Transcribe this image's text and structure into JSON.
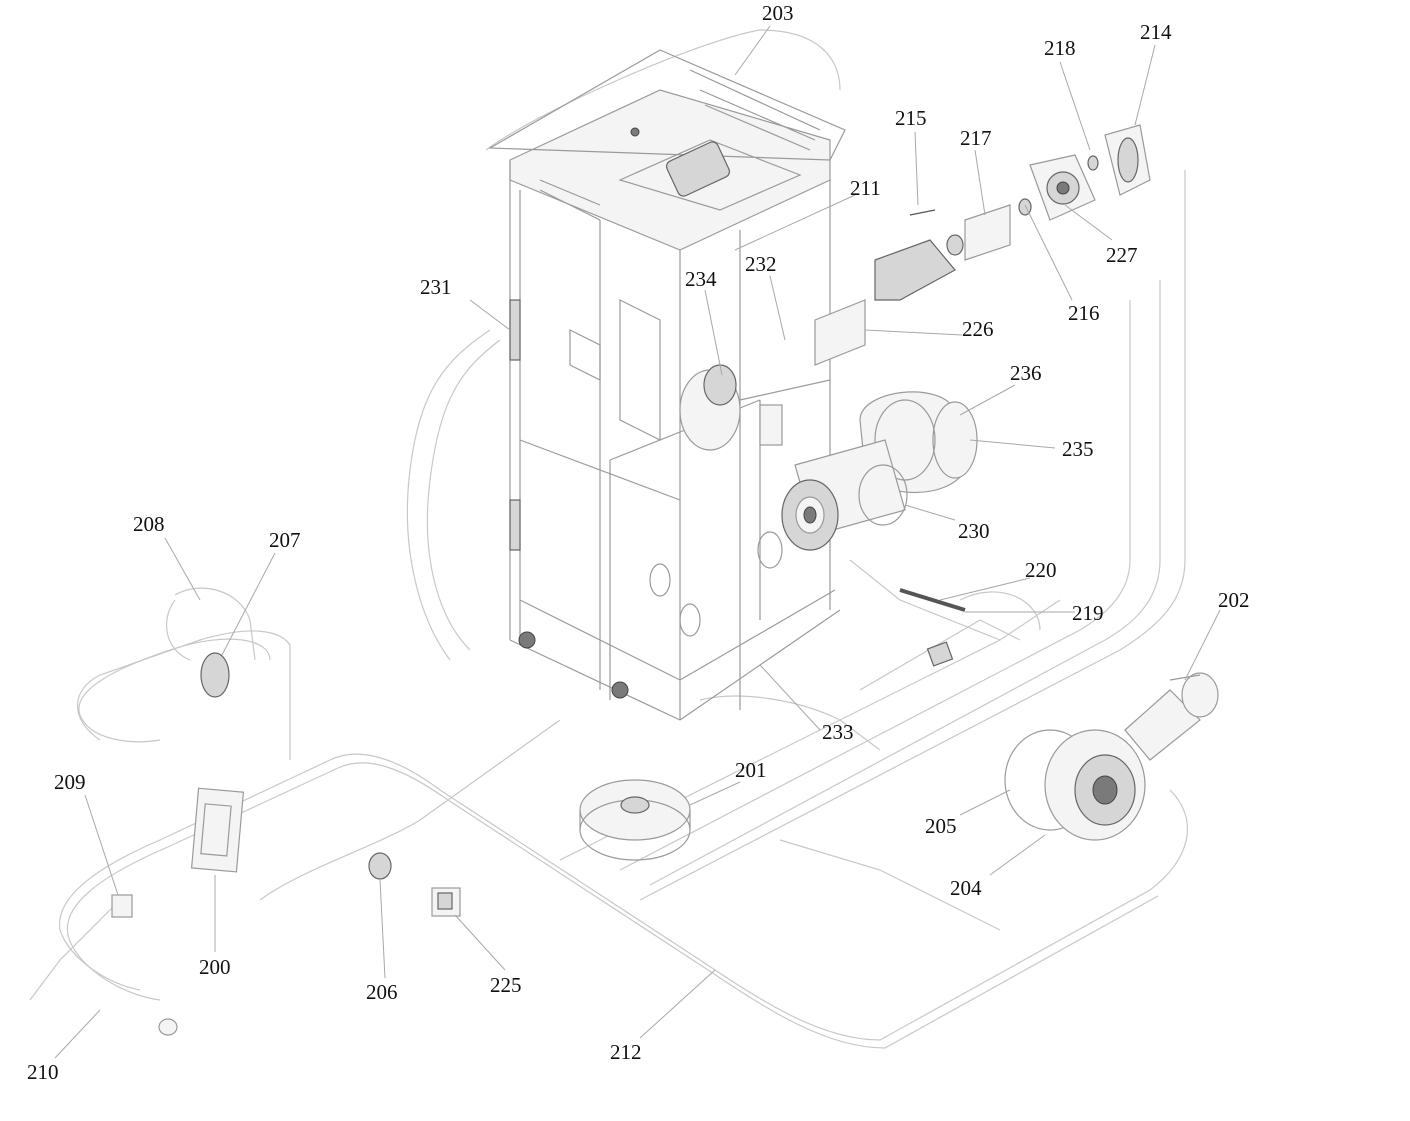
{
  "labels": {
    "l203": "203",
    "l218": "218",
    "l214": "214",
    "l215": "215",
    "l217": "217",
    "l211": "211",
    "l227": "227",
    "l232": "232",
    "l234": "234",
    "l231": "231",
    "l216": "216",
    "l226": "226",
    "l236": "236",
    "l235": "235",
    "l208": "208",
    "l207": "207",
    "l230": "230",
    "l220": "220",
    "l202": "202",
    "l219": "219",
    "l233": "233",
    "l201": "201",
    "l209": "209",
    "l205": "205",
    "l204": "204",
    "l200": "200",
    "l206": "206",
    "l225": "225",
    "l212": "212",
    "l210": "210"
  },
  "colors": {
    "line": "#c8c8c8",
    "part": "#9a9a9a",
    "text": "#111111"
  }
}
